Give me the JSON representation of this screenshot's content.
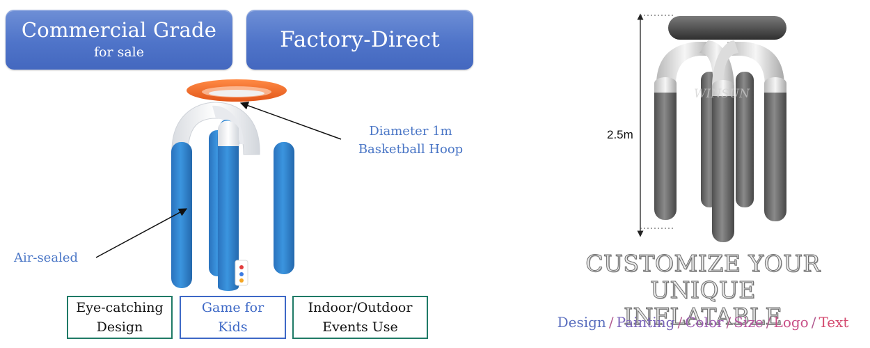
{
  "badges": {
    "commercial_main": "Commercial Grade",
    "commercial_sub": "for sale",
    "factory": "Factory-Direct"
  },
  "annotations": {
    "hoop_line1": "Diameter 1m",
    "hoop_line2": "Basketball Hoop",
    "air": "Air-sealed"
  },
  "features": {
    "f1_line1": "Eye-catching",
    "f1_line2": "Design",
    "f2_line1": "Game for",
    "f2_line2": "Kids",
    "f3_line1": "Indoor/Outdoor",
    "f3_line2": "Events Use"
  },
  "model": {
    "height_label": "2.5m",
    "watermark": "WINSUN"
  },
  "headline": {
    "line1": "CUSTOMIZE YOUR UNIQUE",
    "line2": "INFLATABLE"
  },
  "options": [
    {
      "label": "Design",
      "color": "#5b6fbf"
    },
    {
      "label": "Painting",
      "color": "#7a64b9"
    },
    {
      "label": "Color",
      "color": "#9b5ab0"
    },
    {
      "label": "Size",
      "color": "#b4559e"
    },
    {
      "label": "Logo",
      "color": "#c84f87"
    },
    {
      "label": "Text",
      "color": "#d44a6f"
    }
  ],
  "colors": {
    "badge_blue": "#4f74c9",
    "product_blue": "#2f86d1",
    "product_white": "#f1f2f4",
    "hoop_orange": "#f26a22",
    "feature_border": "#1f7a66",
    "model_gray": "#6b6b6b"
  }
}
